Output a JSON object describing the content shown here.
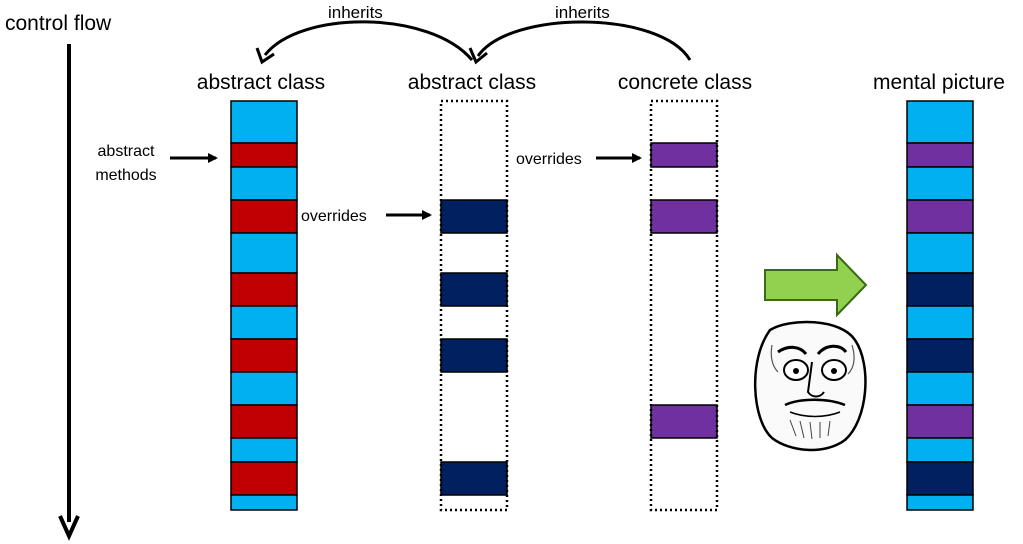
{
  "control_flow_label": "control flow",
  "inherits_labels": [
    "inherits",
    "inherits"
  ],
  "columns": [
    {
      "title": "abstract class",
      "dashed": false,
      "blocks": [
        "light",
        "red",
        "light",
        "red",
        "light",
        "red",
        "light",
        "red",
        "light",
        "red",
        "light",
        "red",
        "light"
      ]
    },
    {
      "title": "abstract class",
      "dashed": true,
      "blocks": [
        "empty",
        "empty",
        "empty",
        "navy",
        "empty",
        "navy",
        "empty",
        "navy",
        "empty",
        "empty",
        "empty",
        "navy",
        "empty"
      ]
    },
    {
      "title": "concrete class",
      "dashed": true,
      "blocks": [
        "empty",
        "purple",
        "empty",
        "purple",
        "empty",
        "empty",
        "empty",
        "empty",
        "empty",
        "purple",
        "empty",
        "empty",
        "empty"
      ]
    },
    {
      "title": "mental picture",
      "dashed": false,
      "blocks": [
        "light",
        "purple",
        "light",
        "purple",
        "light",
        "navy",
        "light",
        "navy",
        "light",
        "purple",
        "light",
        "navy",
        "light"
      ]
    }
  ],
  "annotations": {
    "abstract_methods": [
      "abstract",
      "methods"
    ],
    "overrides_1": "overrides",
    "overrides_2": "overrides"
  },
  "colors": {
    "light": "#00b0f0",
    "red": "#c00000",
    "navy": "#002060",
    "purple": "#7030a0",
    "green_arrow": "#92d050",
    "green_arrow_stroke": "#3a6a14"
  },
  "icons": [
    "me-gusta-face-icon",
    "green-right-arrow-icon"
  ]
}
